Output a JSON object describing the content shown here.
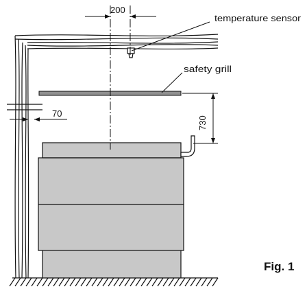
{
  "labels": {
    "temperature_sensor": "temperature sensor",
    "safety_grill": "safety grill",
    "figure": "Fig. 1"
  },
  "dimensions": {
    "sensor_offset": "200",
    "wall_clearance": "70",
    "grill_height": "730"
  },
  "colors": {
    "line": "#111111",
    "stove_fill": "#c8c8c8",
    "grill_fill": "#909090",
    "background": "#ffffff"
  }
}
